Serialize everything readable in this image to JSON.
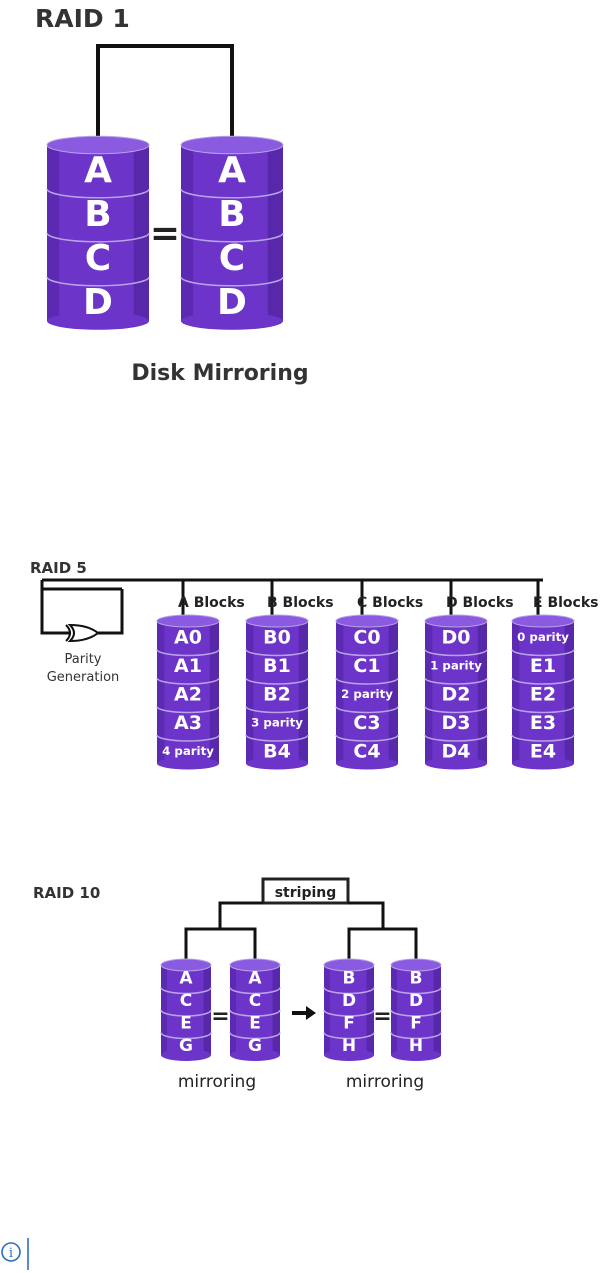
{
  "colors": {
    "disk_face": "#6c34c9",
    "disk_top": "#8a5ae0",
    "disk_dark": "#3f1a86",
    "disk_edge": "#b9a3e8",
    "wire": "#111111",
    "info": "#2f6fbf"
  },
  "raid1": {
    "title": "RAID 1",
    "caption": "Disk Mirroring",
    "equals": "=",
    "disks": [
      {
        "labels": [
          "A",
          "B",
          "C",
          "D"
        ]
      },
      {
        "labels": [
          "A",
          "B",
          "C",
          "D"
        ]
      }
    ]
  },
  "raid5": {
    "title": "RAID 5",
    "parity_label": "Parity\nGeneration",
    "disks": [
      {
        "header": "A Blocks",
        "labels": [
          "A0",
          "A1",
          "A2",
          "A3",
          "4 parity"
        ]
      },
      {
        "header": "B Blocks",
        "labels": [
          "B0",
          "B1",
          "B2",
          "3 parity",
          "B4"
        ]
      },
      {
        "header": "C Blocks",
        "labels": [
          "C0",
          "C1",
          "2 parity",
          "C3",
          "C4"
        ]
      },
      {
        "header": "D Blocks",
        "labels": [
          "D0",
          "1 parity",
          "D2",
          "D3",
          "D4"
        ]
      },
      {
        "header": "E Blocks",
        "labels": [
          "0 parity",
          "E1",
          "E2",
          "E3",
          "E4"
        ]
      }
    ]
  },
  "raid10": {
    "title": "RAID 10",
    "striping_label": "striping",
    "equals": "=",
    "mirror_labels": [
      "mirroring",
      "mirroring"
    ],
    "disks": [
      {
        "labels": [
          "A",
          "C",
          "E",
          "G"
        ]
      },
      {
        "labels": [
          "A",
          "C",
          "E",
          "G"
        ]
      },
      {
        "labels": [
          "B",
          "D",
          "F",
          "H"
        ]
      },
      {
        "labels": [
          "B",
          "D",
          "F",
          "H"
        ]
      }
    ]
  },
  "info_icon": "info-circle-icon"
}
